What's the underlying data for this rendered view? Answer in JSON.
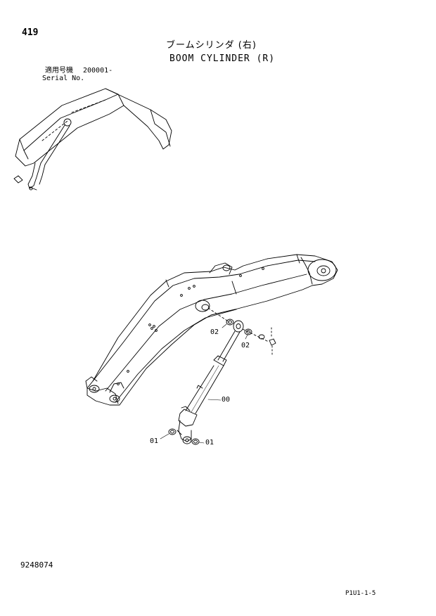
{
  "header": {
    "page_number": "419",
    "title_jp": "ブームシリンダ (右)",
    "title_en": "BOOM CYLINDER (R)",
    "serial_label_jp": "適用号機",
    "serial_value": "200001-",
    "serial_label_en": "Serial No."
  },
  "callouts": {
    "c00": "00",
    "c01_left": "01",
    "c01_right": "01",
    "c02_left": "02",
    "c02_right": "02"
  },
  "footer": {
    "doc_number": "9248074",
    "page_code": "P1U1-1-5"
  }
}
